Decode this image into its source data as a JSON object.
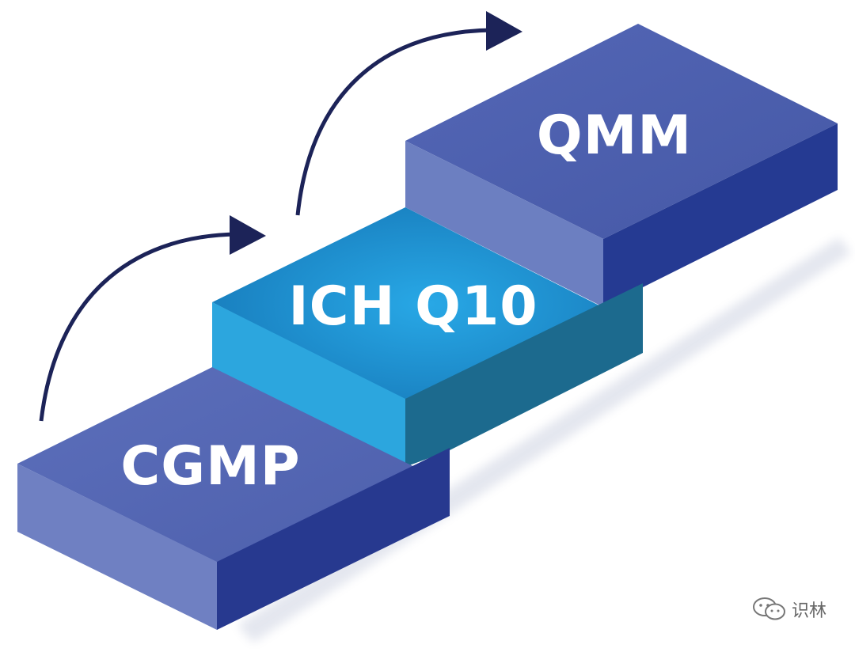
{
  "steps": [
    {
      "label": "CGMP"
    },
    {
      "label": "ICH Q10"
    },
    {
      "label": "QMM"
    }
  ],
  "watermark": {
    "text": "识林",
    "icon": "wechat-bubble-icon"
  },
  "colors": {
    "cgmp_top": "#5b6db8",
    "cgmp_front": "#6f80c2",
    "cgmp_side": "#27398f",
    "q10_top": "#1f93d2",
    "q10_front": "#2ca6de",
    "q10_side": "#1c6a8e",
    "qmm_top": "#4f62b0",
    "qmm_front": "#6c7fc1",
    "qmm_side": "#253a92",
    "arrow": "#1c2358",
    "label": "#ffffff"
  }
}
